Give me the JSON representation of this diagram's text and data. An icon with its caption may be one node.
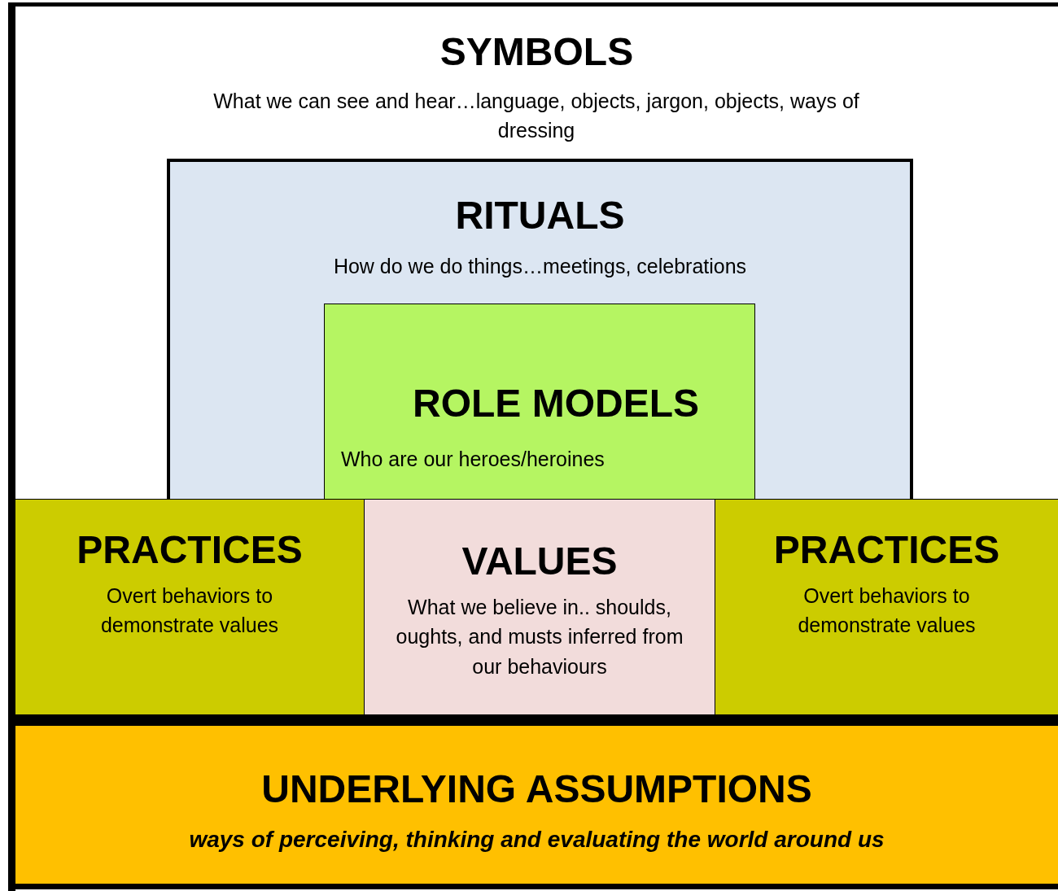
{
  "diagram": {
    "nodes": [
      {
        "text": [
          "SYMBOLS",
          "What we can see and hear…language, objects,  jargon, objects, ways of dressing"
        ]
      },
      {
        "text": [
          "RITUALS",
          "How do we do things…meetings, celebrations"
        ],
        "in": 0
      },
      {
        "text": [
          "ROLE MODELS",
          "Who are our heroes/heroines"
        ],
        "in": 1
      },
      {
        "text": [
          "PRACTICES",
          "Overt behaviors to demonstrate values"
        ],
        "in": 0
      },
      {
        "text": [
          "VALUES",
          "What we believe in.. shoulds, oughts, and musts inferred from our behaviours"
        ],
        "in": 0
      },
      {
        "text": [
          "PRACTICES",
          "Overt behaviors to demonstrate values"
        ],
        "in": 0
      },
      {
        "text": [
          "UNDERLYING ASSUMPTIONS",
          "ways of perceiving, thinking and evaluating the world around us"
        ],
        "in": 0
      }
    ]
  }
}
